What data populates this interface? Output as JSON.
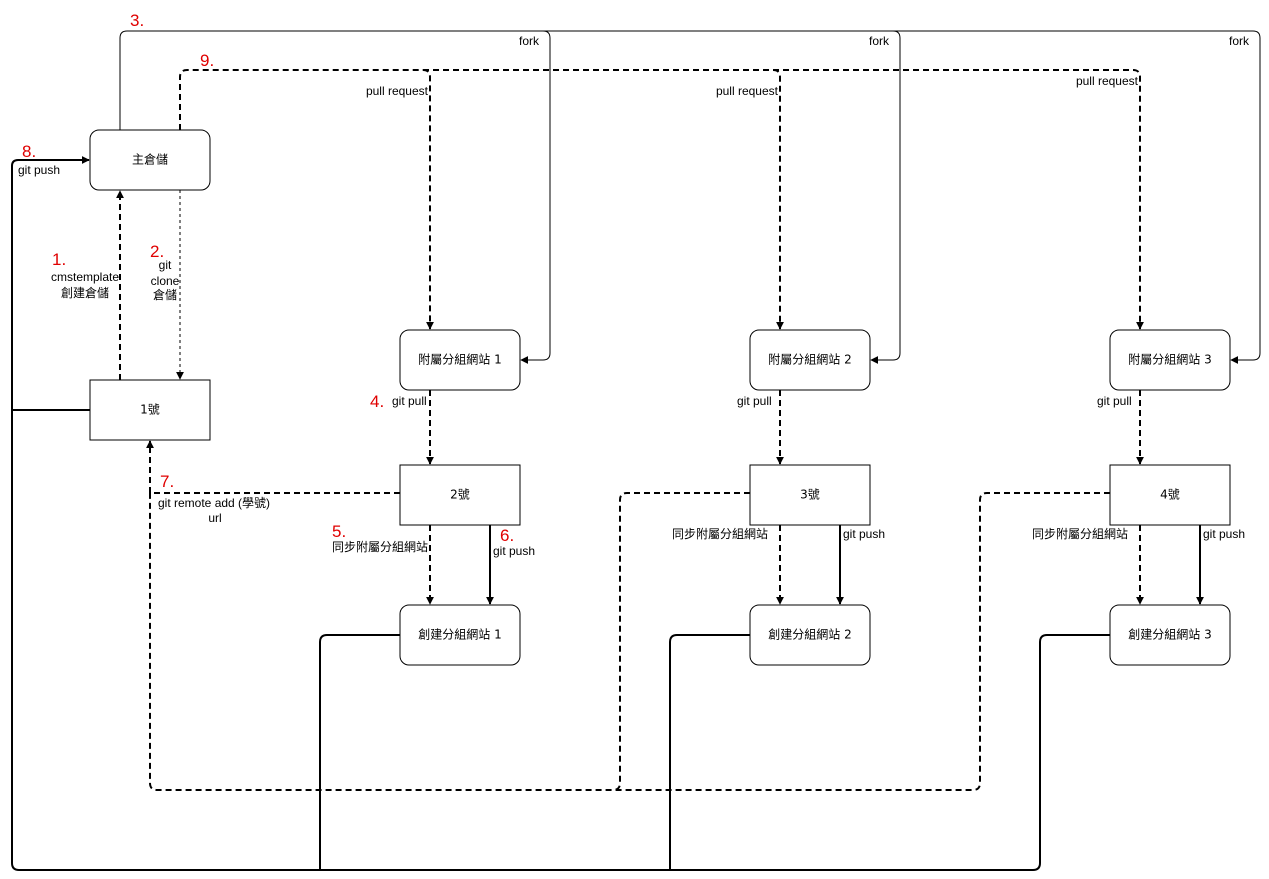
{
  "nodes": {
    "main": "主倉儲",
    "no1": "1號",
    "aff1": "附屬分組網站 1",
    "aff2": "附屬分組網站 2",
    "aff3": "附屬分組網站 3",
    "no2": "2號",
    "no3": "3號",
    "no4": "4號",
    "create1": "創建分組網站 1",
    "create2": "創建分組網站 2",
    "create3": "創建分組網站 3"
  },
  "labels": {
    "fork": "fork",
    "pull_request": "pull request",
    "git_pull": "git pull",
    "git_push": "git push",
    "sync": "同步附屬分組網站",
    "cms_line1": "cmstemplate",
    "cms_line2": "創建倉儲",
    "clone_line1": "git",
    "clone_line2": "clone",
    "clone_line3": "倉儲",
    "remote_line1": "git remote add (學號)",
    "remote_line2": "url"
  },
  "steps": {
    "s1": "1.",
    "s2": "2.",
    "s3": "3.",
    "s4": "4.",
    "s5": "5.",
    "s6": "6.",
    "s7": "7.",
    "s8": "8.",
    "s9": "9."
  },
  "colors": {
    "step_red": "#e00000",
    "line": "#000000",
    "node_fill": "#ffffff"
  }
}
